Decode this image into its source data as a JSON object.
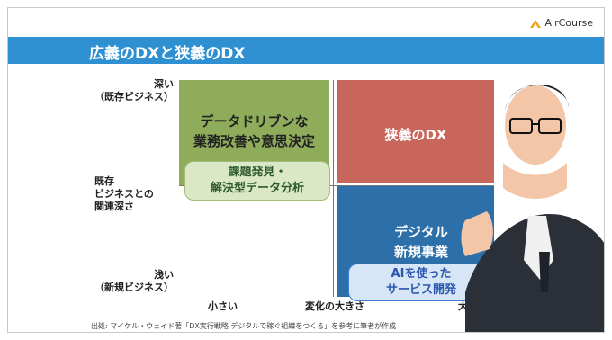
{
  "brand": {
    "name": "AirCourse",
    "icon": "mountain-icon",
    "color": "#e8a21c"
  },
  "slide": {
    "title": "広義のDXと狭義のDX",
    "title_bar_color": "#2e8fd1",
    "y_axis": {
      "top": [
        "深い",
        "（既存ビジネス）"
      ],
      "middle": [
        "既存",
        "ビジネスとの",
        "関連深さ"
      ],
      "bottom": [
        "浅い",
        "（新規ビジネス）"
      ]
    },
    "x_axis": {
      "small": "小さい",
      "middle": "変化の大きさ",
      "large": "大きい"
    },
    "quadrants": {
      "top_left": [
        "データドリブンな",
        "業務改善や意思決定"
      ],
      "top_right": "狭義のDX",
      "bottom_right": [
        "デジタル",
        "新規事業"
      ]
    },
    "bubbles": {
      "green": [
        "課題発見・",
        "解決型データ分析"
      ],
      "blue": [
        "AIを使った",
        "サービス開発"
      ]
    },
    "source": "出処: マイケル・ウェイド著「DX実行戦略 デジタルで稼ぐ組織をつくる」を参考に筆者が作成"
  }
}
